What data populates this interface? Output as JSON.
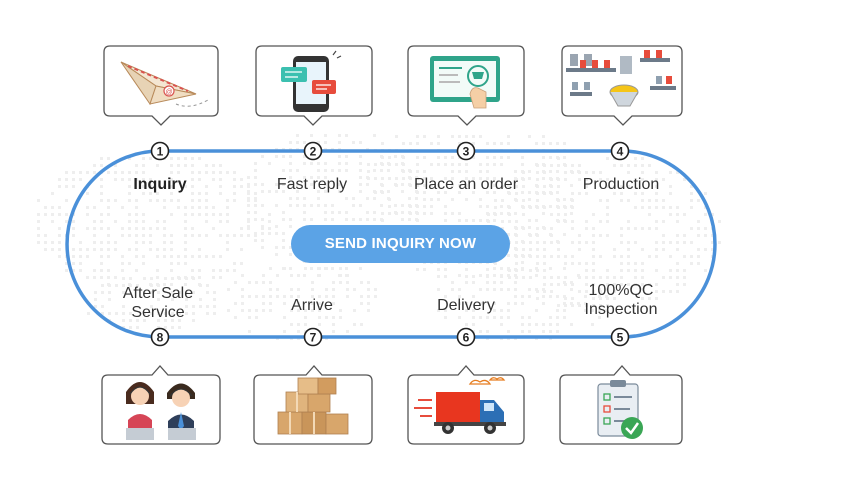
{
  "cta_label": "SEND INQUIRY NOW",
  "steps": [
    {
      "num": "1",
      "label": "Inquiry",
      "icon": "paper-plane-email-icon"
    },
    {
      "num": "2",
      "label": "Fast reply",
      "icon": "phone-chat-icon"
    },
    {
      "num": "3",
      "label": "Place an order",
      "icon": "online-cart-icon"
    },
    {
      "num": "4",
      "label": "Production",
      "icon": "factory-production-icon"
    },
    {
      "num": "5",
      "label": "100%QC Inspection",
      "icon": "checklist-icon"
    },
    {
      "num": "6",
      "label": "Delivery",
      "icon": "delivery-truck-icon"
    },
    {
      "num": "7",
      "label": "Arrive",
      "icon": "boxes-icon"
    },
    {
      "num": "8",
      "label": "After Sale Service",
      "icon": "customer-service-icon"
    }
  ],
  "colors": {
    "loop": "#4a90d9",
    "cta": "#5ba3e6",
    "bubble_border": "#555555"
  }
}
